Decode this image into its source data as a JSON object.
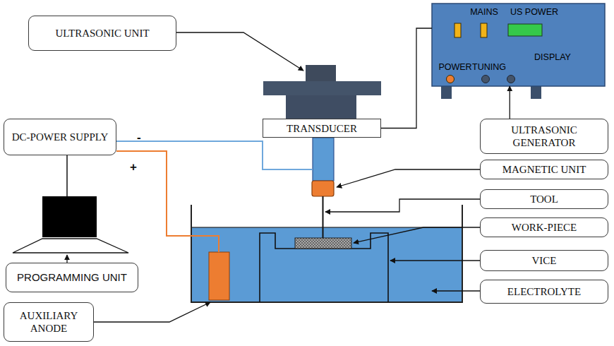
{
  "diagram": {
    "nodes": [
      {
        "text": [
          "ULTRASONIC UNIT"
        ]
      },
      {
        "text": [
          "MAINS",
          "US POWER",
          "DISPLAY",
          "POWER",
          "TUNING"
        ]
      },
      {
        "text": [
          "TRANSDUCER"
        ]
      },
      {
        "text": [
          "DC-POWER SUPPLY"
        ]
      },
      {
        "text": [
          "ULTRASONIC GENERATOR"
        ]
      },
      {
        "text": [
          "MAGNETIC UNIT"
        ]
      },
      {
        "text": [
          "TOOL"
        ]
      },
      {
        "text": [
          "WORK-PIECE"
        ]
      },
      {
        "text": [
          "VICE"
        ]
      },
      {
        "text": [
          "PROGRAMMING UNIT"
        ]
      },
      {
        "text": [
          "AUXILIARY ANODE"
        ]
      },
      {
        "text": [
          "ELECTROLYTE"
        ]
      }
    ],
    "edges": [
      {
        "from": 4,
        "to": 1,
        "arrow": "to"
      },
      {
        "from": 2,
        "to": 1,
        "arrow": "none"
      }
    ],
    "labels": [
      "-",
      "+"
    ]
  }
}
